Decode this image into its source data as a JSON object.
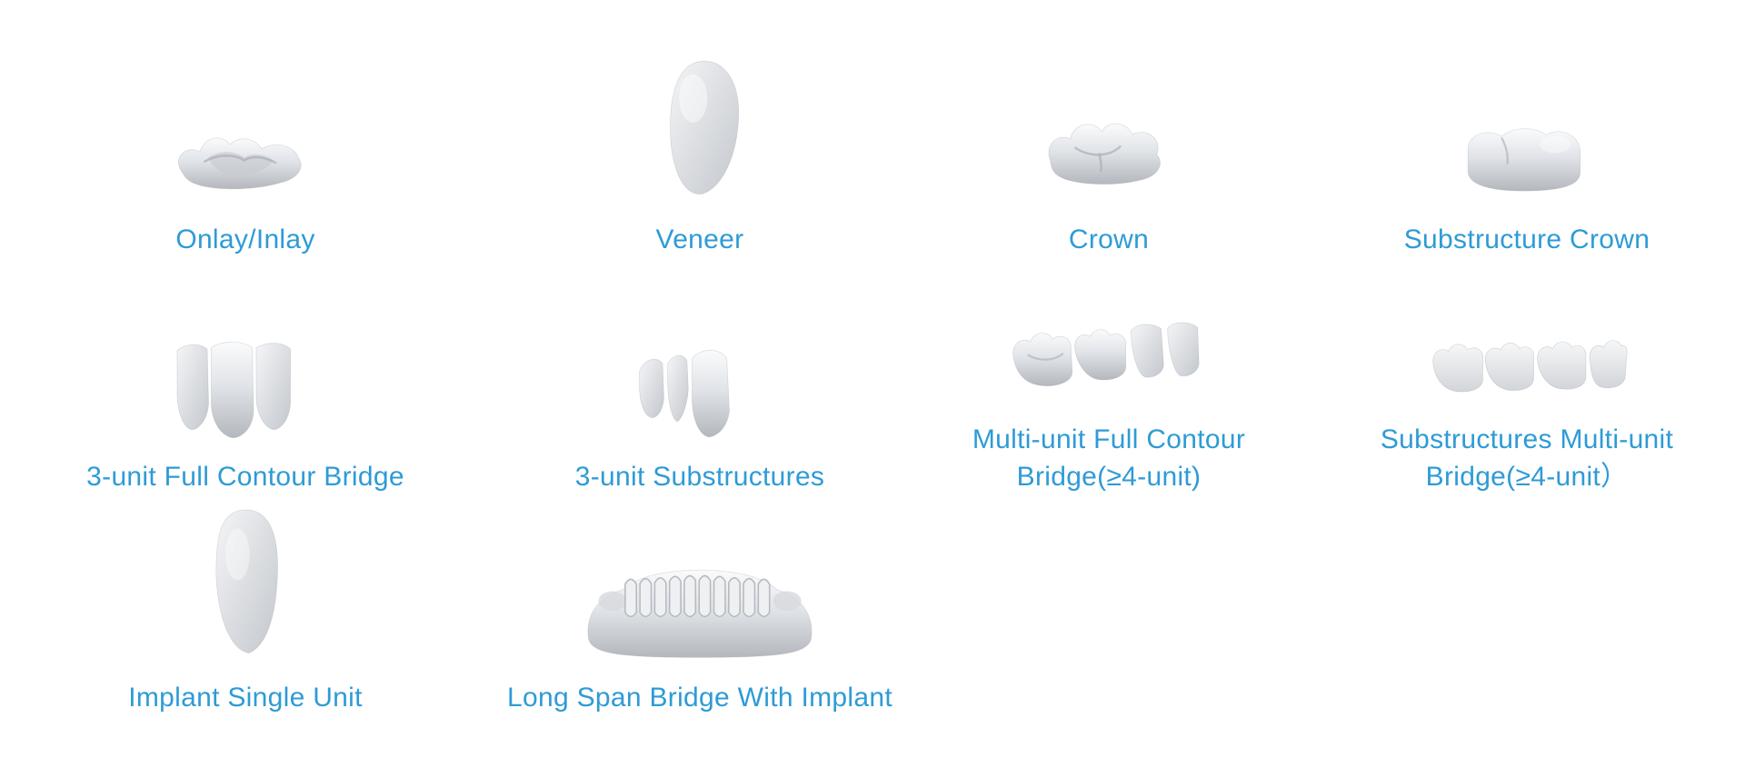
{
  "accent_color": "#2E9BD6",
  "catalog": {
    "items": [
      {
        "label": "Onlay/Inlay",
        "image": "onlay-inlay"
      },
      {
        "label": "Veneer",
        "image": "veneer"
      },
      {
        "label": "Crown",
        "image": "crown"
      },
      {
        "label": "Substructure Crown",
        "image": "substructure-crown"
      },
      {
        "label": "3-unit Full Contour Bridge",
        "image": "three-unit-full-contour-bridge"
      },
      {
        "label": "3-unit Substructures",
        "image": "three-unit-substructures"
      },
      {
        "label": "Multi-unit Full Contour Bridge(≥4-unit)",
        "image": "multi-unit-full-contour-bridge"
      },
      {
        "label": "Substructures Multi-unit Bridge(≥4-unit）",
        "image": "substructures-multi-unit-bridge"
      },
      {
        "label": "Implant Single Unit",
        "image": "implant-single-unit"
      },
      {
        "label": "Long Span Bridge With Implant",
        "image": "long-span-bridge-with-implant"
      }
    ]
  }
}
